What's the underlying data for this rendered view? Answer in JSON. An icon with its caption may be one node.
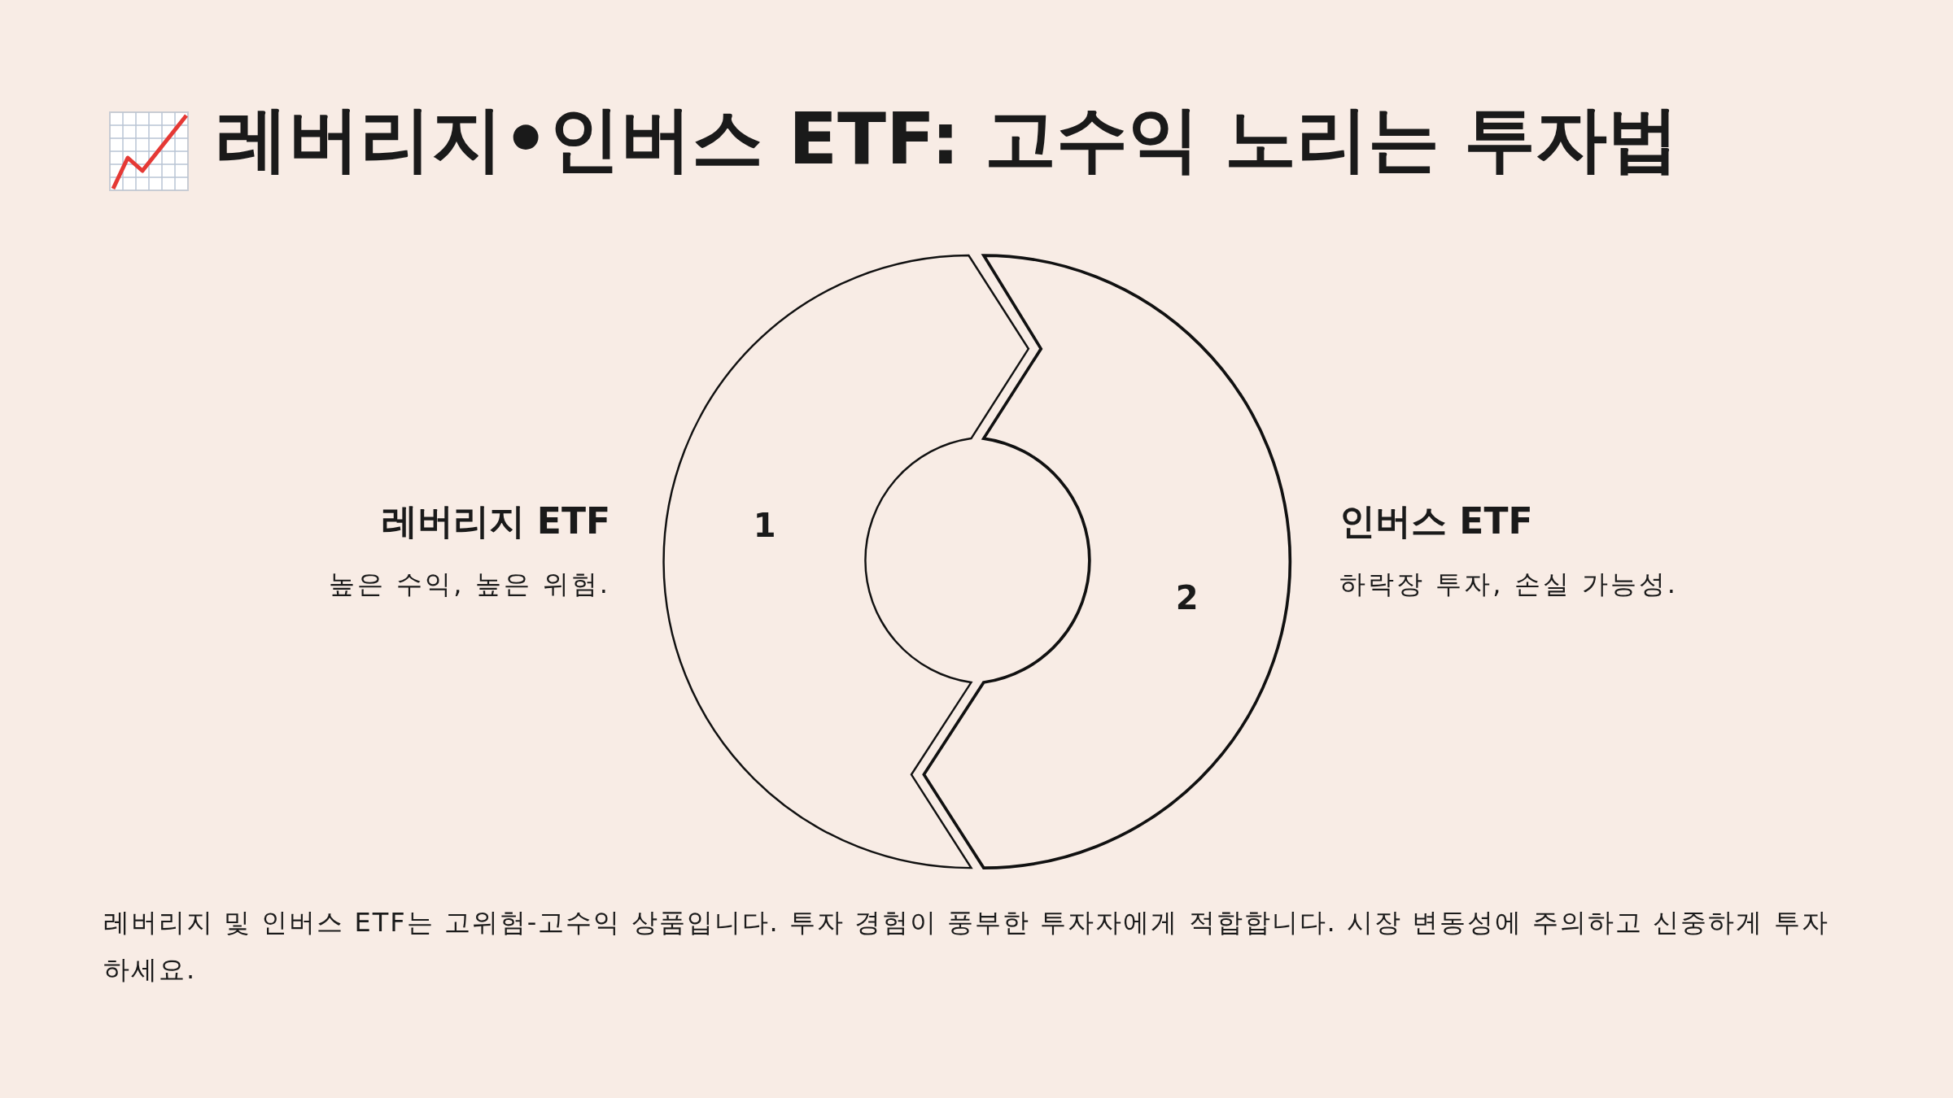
{
  "diagram": {
    "title": "레버리지•인버스 ETF: 고수익 노리는 투자법",
    "nodes": [
      {
        "text": [
          "1"
        ],
        "beside": [
          "레버리지 ETF",
          "높은 수익, 높은 위험."
        ]
      },
      {
        "text": [
          "2"
        ],
        "beside": [
          "인버스 ETF",
          "하락장 투자, 손실 가능성."
        ]
      }
    ],
    "caption": "레버리지 및 인버스 ETF는 고위험-고수익 상품입니다. 투자 경험이 풍부한 투자자에게 적합합니다. 시장 변동성에 주의하고 신중하게 투자하세요."
  }
}
